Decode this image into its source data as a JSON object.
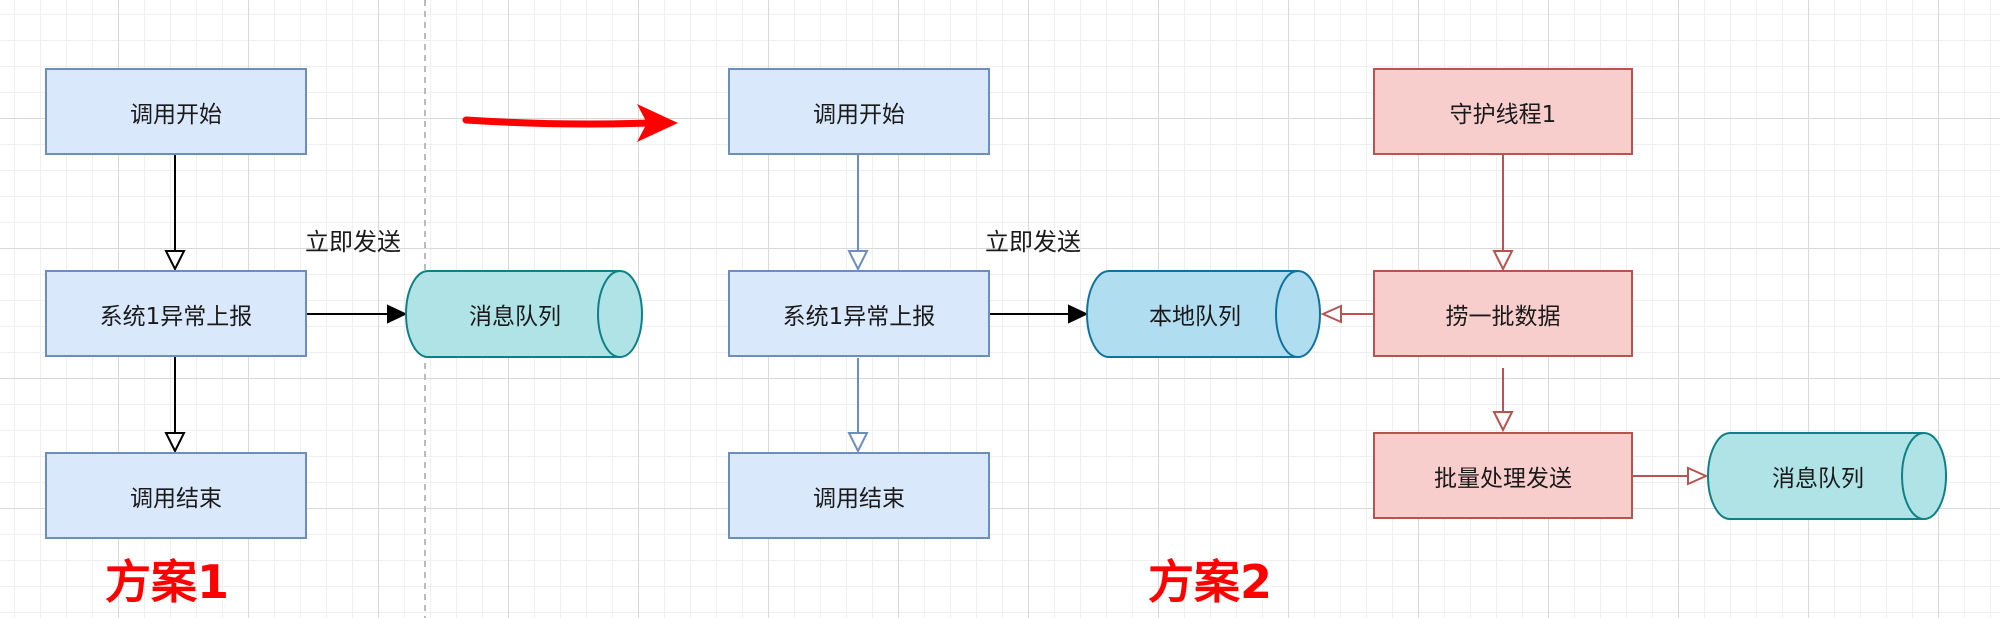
{
  "colors": {
    "blue_fill": "#dae8fc",
    "blue_stroke": "#6c8ebf",
    "red_fill": "#f8cecc",
    "red_stroke": "#b85450",
    "teal_fill": "#b0e3e6",
    "teal_stroke": "#0e8088",
    "sky_fill": "#b1ddf0",
    "sky_stroke": "#10739e",
    "highlight": "#ff0000"
  },
  "scheme1": {
    "title": "方案1",
    "start": "调用开始",
    "report": "系统1异常上报",
    "end": "调用结束",
    "edge_label": "立即发送",
    "queue": "消息队列"
  },
  "scheme2": {
    "title": "方案2",
    "start": "调用开始",
    "report": "系统1异常上报",
    "end": "调用结束",
    "edge_label": "立即发送",
    "local_queue": "本地队列",
    "daemon": "守护线程1",
    "fetch": "捞一批数据",
    "batch_send": "批量处理发送",
    "queue": "消息队列"
  }
}
